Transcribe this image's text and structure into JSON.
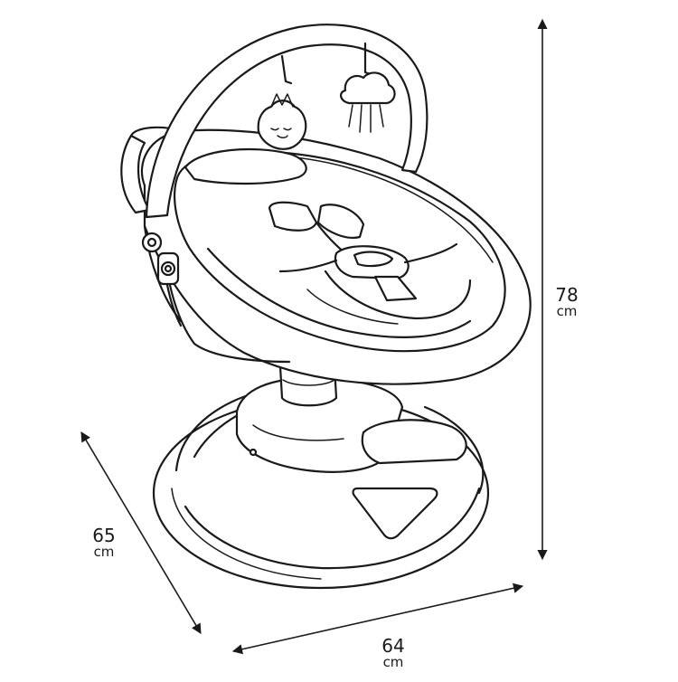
{
  "dimensions": {
    "height": {
      "value": "78",
      "unit": "cm"
    },
    "depth": {
      "value": "65",
      "unit": "cm"
    },
    "width": {
      "value": "64",
      "unit": "cm"
    }
  }
}
